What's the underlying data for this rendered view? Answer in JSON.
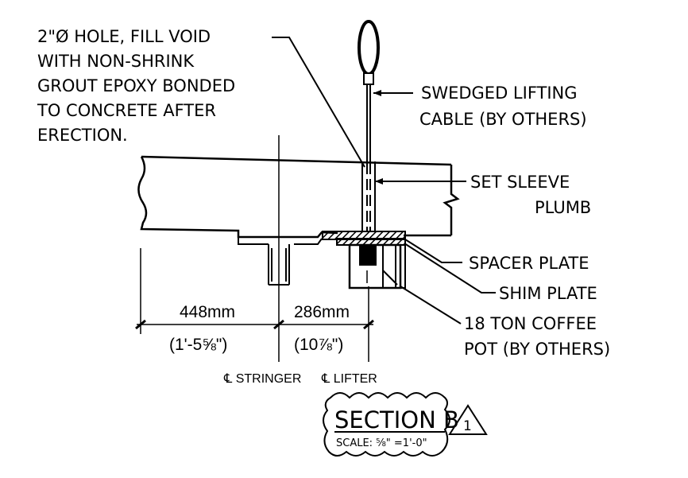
{
  "notes": {
    "hole_line1": "2\"Ø HOLE, FILL VOID",
    "hole_line2": "WITH NON-SHRINK",
    "hole_line3": "GROUT EPOXY BONDED",
    "hole_line4": "TO CONCRETE AFTER",
    "hole_line5": "ERECTION.",
    "cable_line1": "SWEDGED LIFTING",
    "cable_line2": "CABLE (BY OTHERS)",
    "sleeve_line1": "SET SLEEVE",
    "sleeve_line2": "PLUMB",
    "spacer": "SPACER PLATE",
    "shim": "SHIM PLATE",
    "pot_line1": "18 TON COFFEE",
    "pot_line2": "POT (BY OTHERS)"
  },
  "dimensions": {
    "left_metric": "448mm",
    "left_imperial": "(1'-5⅝\")",
    "right_metric": "286mm",
    "right_imperial": "(10⅞\")"
  },
  "centerlines": {
    "stringer": "℄ STRINGER",
    "lifter": "℄ LIFTER"
  },
  "title": {
    "section": "SECTION B",
    "scale": "SCALE: ⅝\" =1'-0\"",
    "revision": "1"
  }
}
